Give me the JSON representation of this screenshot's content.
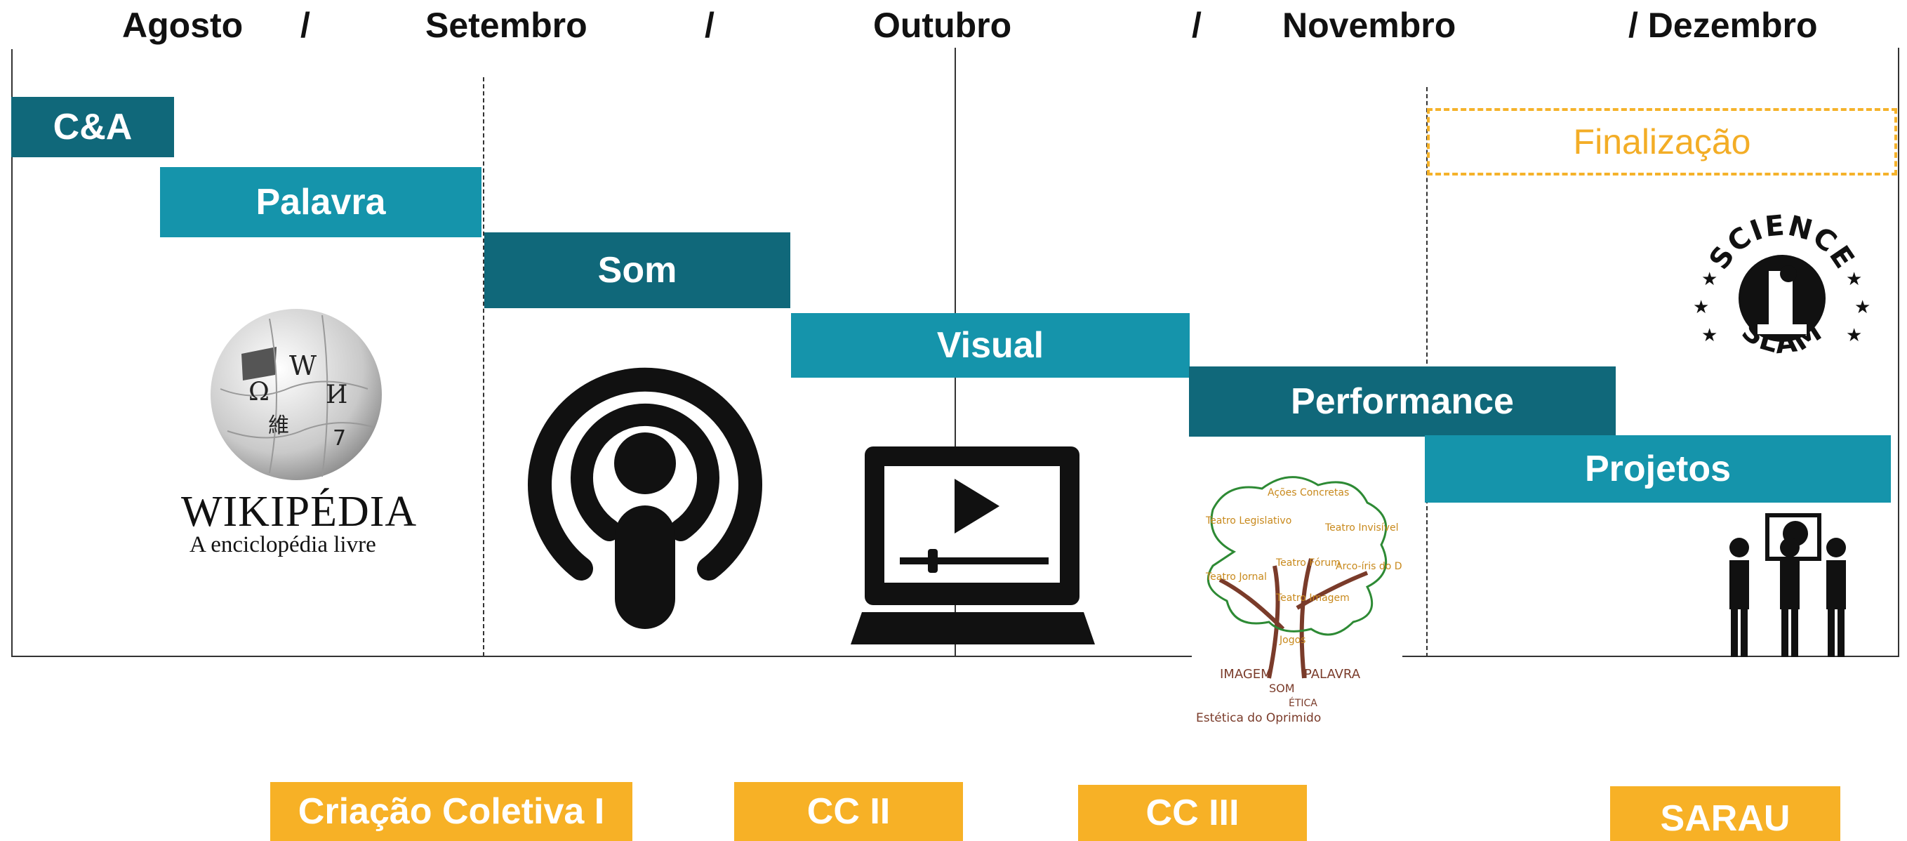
{
  "months": [
    {
      "label": "Agosto"
    },
    {
      "label": "/"
    },
    {
      "label": "Setembro"
    },
    {
      "label": "/"
    },
    {
      "label": "Outubro"
    },
    {
      "label": "/"
    },
    {
      "label": "Novembro"
    },
    {
      "label": "/ Dezembro"
    }
  ],
  "phases": [
    {
      "label": "C&A",
      "color": "#10687a"
    },
    {
      "label": "Palavra",
      "color": "#1594ab"
    },
    {
      "label": "Som",
      "color": "#10687a"
    },
    {
      "label": "Visual",
      "color": "#1594ab"
    },
    {
      "label": "Performance",
      "color": "#10687a"
    },
    {
      "label": "Projetos",
      "color": "#1594ab"
    }
  ],
  "finalization": {
    "label": "Finalização",
    "color": "#f5b22a"
  },
  "milestones": [
    {
      "label": "Criação Coletiva I"
    },
    {
      "label": "CC II"
    },
    {
      "label": "CC III"
    },
    {
      "label": "SARAU"
    }
  ],
  "milestone_color": "#f7b126",
  "wikipedia": {
    "title": "WIKIPÉDIA",
    "subtitle": "A enciclopédia livre",
    "globe_glyphs": [
      "Ω",
      "W",
      "И",
      "維",
      "7"
    ]
  },
  "science_slam": {
    "top": "SCIENCE",
    "bottom": "SLAM"
  },
  "tree": {
    "labels": [
      "Ações Concretas",
      "Teatro Legislativo",
      "Teatro Invisível",
      "Teatro Fórum",
      "Arco-íris do Desejo",
      "Teatro Jornal",
      "Teatro Imagem",
      "Jogos",
      "IMAGEM",
      "SOM",
      "PALAVRA",
      "ÉTICA",
      "Estética do Oprimido"
    ]
  },
  "icons": [
    "wikipedia-logo-icon",
    "podcast-icon",
    "laptop-video-icon",
    "theatre-tree-image",
    "science-slam-logo-icon",
    "presentation-people-icon"
  ]
}
